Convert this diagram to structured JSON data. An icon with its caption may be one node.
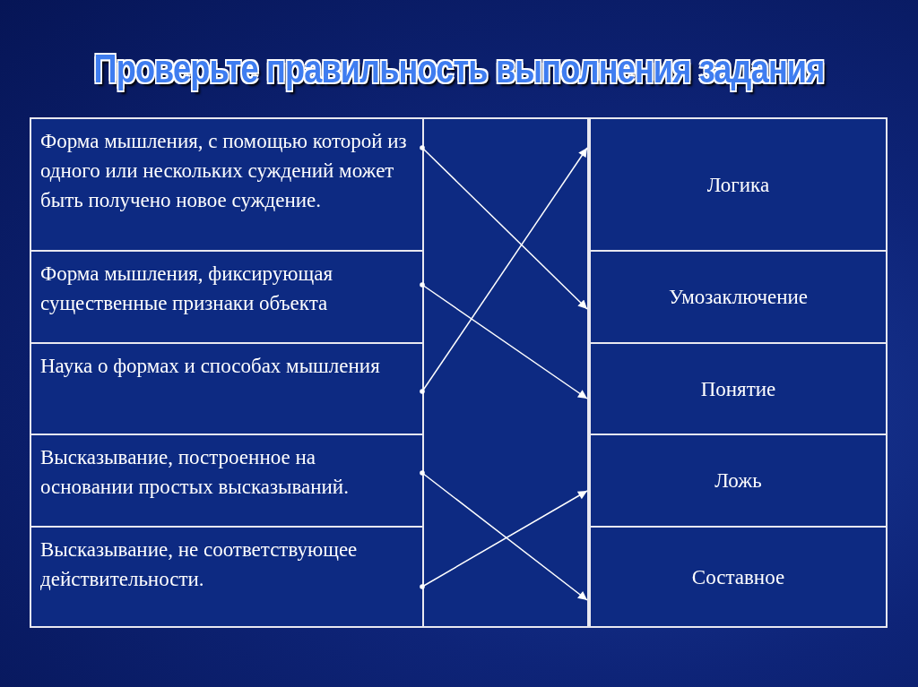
{
  "diagram": {
    "title": "Проверьте правильность выполнения задания",
    "nodes": [
      {
        "text": [
          "Форма мышления, с помощью которой из одного или нескольких суждений может быть получено новое суждение."
        ]
      },
      {
        "text": [
          "Логика"
        ]
      },
      {
        "text": [
          "Форма мышления, фиксирующая существенные признаки объекта"
        ]
      },
      {
        "text": [
          "Умозаключение"
        ]
      },
      {
        "text": [
          "Наука о формах и способах мышления"
        ]
      },
      {
        "text": [
          "Понятие"
        ]
      },
      {
        "text": [
          "Высказывание, построенное на основании простых высказываний."
        ]
      },
      {
        "text": [
          "Ложь"
        ]
      },
      {
        "text": [
          "Высказывание, не соответствующее действительности."
        ]
      },
      {
        "text": [
          "Составное"
        ]
      }
    ],
    "edges": [
      {
        "from": 0,
        "to": 3,
        "arrow": "to"
      },
      {
        "from": 2,
        "to": 5,
        "arrow": "to"
      },
      {
        "from": 4,
        "to": 1,
        "arrow": "to"
      },
      {
        "from": 6,
        "to": 9,
        "arrow": "to"
      },
      {
        "from": 8,
        "to": 7,
        "arrow": "to"
      }
    ]
  }
}
